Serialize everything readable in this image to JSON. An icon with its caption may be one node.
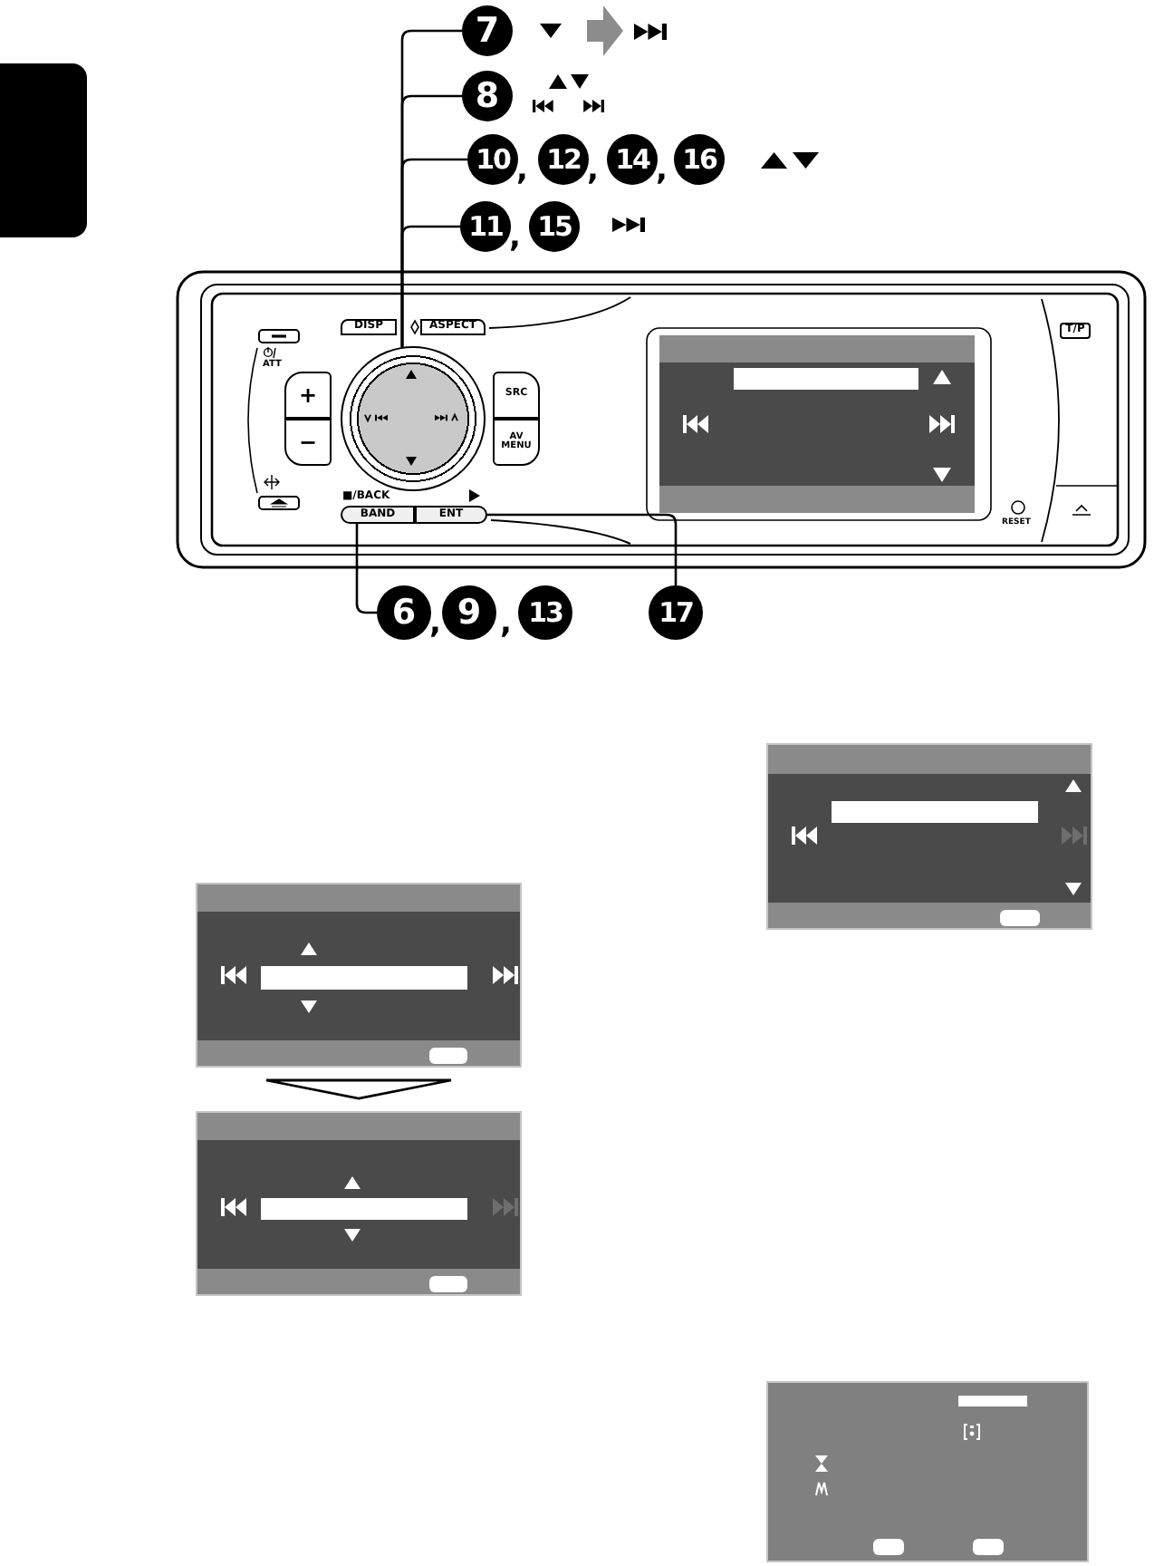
{
  "diagram": {
    "nodes": [
      {
        "text": [
          "7"
        ]
      },
      {
        "text": [
          "8"
        ]
      },
      {
        "text": [
          "10"
        ]
      },
      {
        "text": [
          "12"
        ]
      },
      {
        "text": [
          "14"
        ]
      },
      {
        "text": [
          "16"
        ]
      },
      {
        "text": [
          "11"
        ]
      },
      {
        "text": [
          "15"
        ]
      },
      {
        "text": [],
        "shape": "circle"
      },
      {
        "text": [
          "BAND"
        ]
      },
      {
        "text": [
          "ENT"
        ]
      },
      {
        "text": [
          "6"
        ]
      },
      {
        "text": [
          "9"
        ]
      },
      {
        "text": [
          "13"
        ]
      },
      {
        "text": [
          "17"
        ]
      },
      {
        "text": [],
        "shape": "box"
      },
      {
        "text": [],
        "shape": "box"
      },
      {
        "text": [],
        "shape": "box"
      },
      {
        "text": [],
        "shape": "box"
      },
      {
        "text": [],
        "shape": "box"
      }
    ],
    "edges": [
      {
        "from": 0,
        "to": 8,
        "arrow": "none"
      },
      {
        "from": 1,
        "to": 8,
        "arrow": "none"
      },
      {
        "from": 2,
        "to": 8,
        "arrow": "none"
      },
      {
        "from": 6,
        "to": 8,
        "arrow": "none"
      },
      {
        "from": 11,
        "to": 9,
        "arrow": "none"
      },
      {
        "from": 14,
        "to": 10,
        "arrow": "none"
      },
      {
        "from": 15,
        "to": 16,
        "arrow": "to"
      }
    ],
    "labels": [
      ",",
      ",",
      ",",
      ",",
      "DISP",
      "ASPECT",
      "T/P",
      "ATT",
      "+",
      "SRC",
      "−",
      "AV MENU",
      "■/BACK",
      "RESET",
      ",",
      ","
    ]
  }
}
